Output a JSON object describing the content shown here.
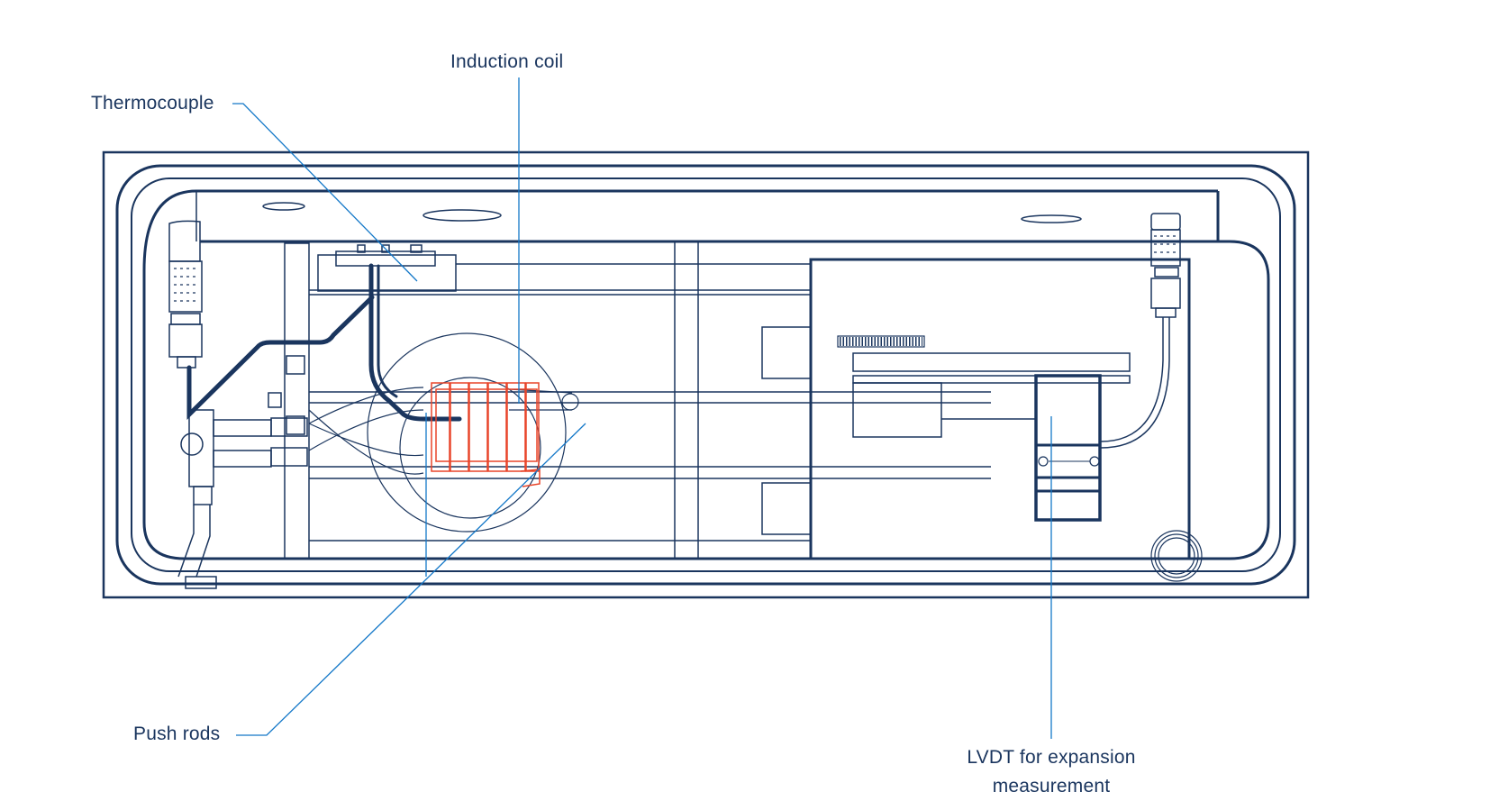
{
  "labels": {
    "thermocouple": "Thermocouple",
    "induction_coil": "Induction coil",
    "push_rods": "Push rods",
    "lvdt_line1": "LVDT for expansion",
    "lvdt_line2": "measurement"
  },
  "colors": {
    "outline": "#1a355e",
    "leader": "#1478c8",
    "coil": "#e8452a"
  }
}
